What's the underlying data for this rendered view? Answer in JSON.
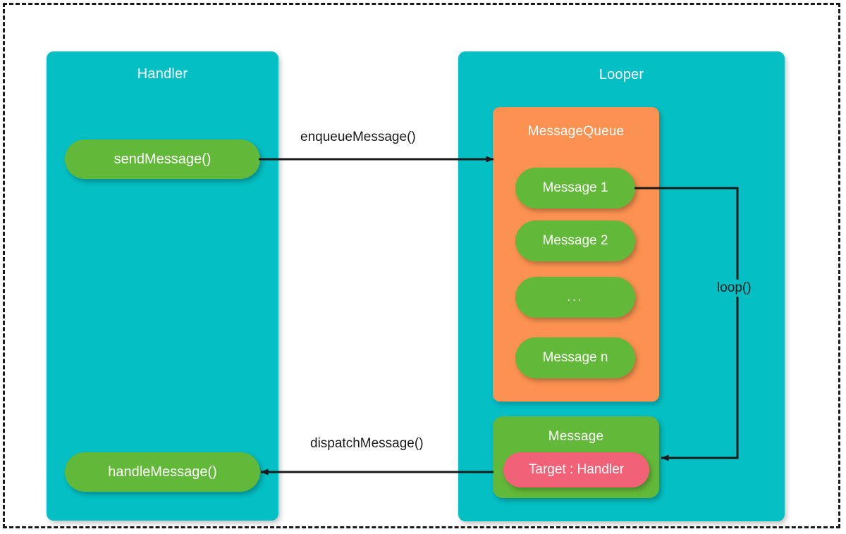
{
  "diagram": {
    "title_hidden": "",
    "colors": {
      "teal": "#04bfc4",
      "orange": "#fb9251",
      "green": "#62b838",
      "pink": "#f26277",
      "line": "#1a1a1a",
      "text_on_fill": "#ffffff"
    }
  },
  "handler": {
    "title": "Handler",
    "send_message": "sendMessage()",
    "handle_message": "handleMessage()"
  },
  "looper": {
    "title": "Looper",
    "queue": {
      "title": "MessageQueue",
      "items": [
        "Message 1",
        "Message 2",
        "...",
        "Message n"
      ]
    },
    "message_card": {
      "title": "Message",
      "target": "Target : Handler"
    }
  },
  "edges": [
    {
      "id": "enqueue",
      "label": "enqueueMessage()",
      "from": "sendMessage()",
      "to": "MessageQueue"
    },
    {
      "id": "loop",
      "label": "loop()",
      "from": "Message 1",
      "to": "Message"
    },
    {
      "id": "dispatch",
      "label": "dispatchMessage()",
      "from": "Target : Handler",
      "to": "handleMessage()"
    }
  ]
}
